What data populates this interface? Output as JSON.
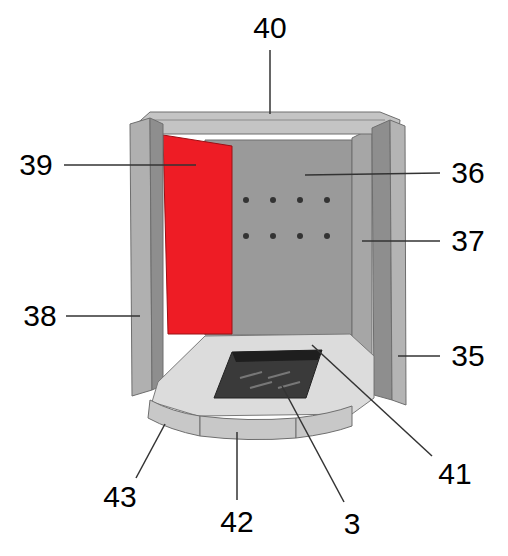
{
  "diagram": {
    "labels": [
      "40",
      "39",
      "36",
      "37",
      "38",
      "35",
      "43",
      "42",
      "3",
      "41"
    ]
  }
}
